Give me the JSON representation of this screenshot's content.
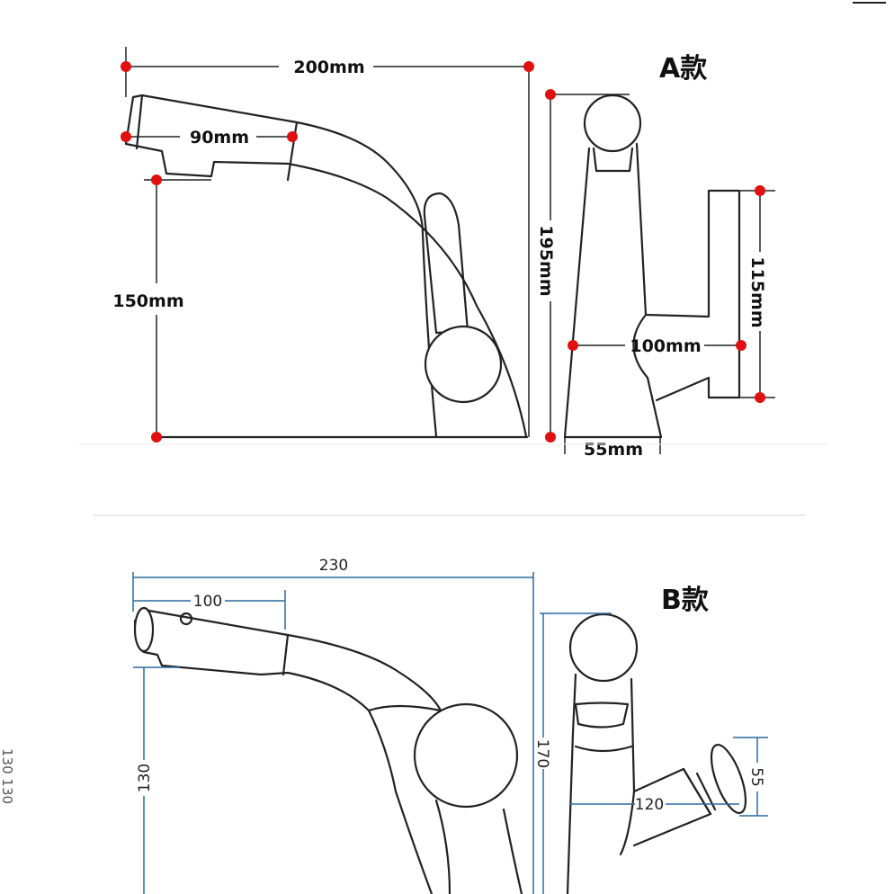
{
  "model_a": {
    "title": "A款",
    "dims": {
      "width": "200mm",
      "spout": "90mm",
      "height": "150mm",
      "total_height": "195mm",
      "handle_height": "115mm",
      "handle_reach": "100mm",
      "base": "55mm"
    }
  },
  "model_b": {
    "title": "B款",
    "dims": {
      "width": "230",
      "spout": "100",
      "height": "130",
      "total_height": "170",
      "handle_reach": "120",
      "handle_diameter": "55"
    }
  },
  "edge_text": "130 130",
  "colors": {
    "dimension_dot": "#e01010",
    "b_dimension_line": "#2b6aa0"
  }
}
